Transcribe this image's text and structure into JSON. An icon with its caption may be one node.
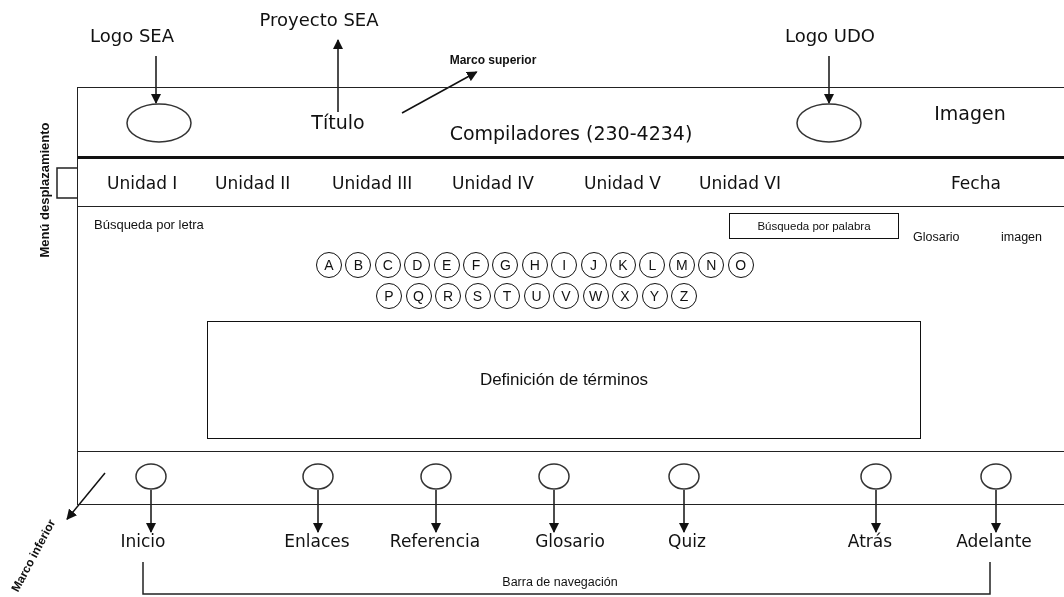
{
  "diagram": {
    "nodes": [
      {
        "text": [
          "Logo SEA"
        ]
      },
      {
        "text": [
          "Proyecto SEA"
        ]
      },
      {
        "text": [
          "Marco superior"
        ]
      },
      {
        "text": [
          "Logo UDO"
        ]
      },
      {
        "text": [],
        "shape": "box"
      },
      {
        "text": [],
        "shape": "box",
        "in": 4
      },
      {
        "text": [],
        "shape": "circle",
        "in": 5
      },
      {
        "text": [
          "Título"
        ],
        "in": 5
      },
      {
        "text": [
          "Compiladores (230-4234)"
        ],
        "in": 5
      },
      {
        "text": [],
        "shape": "circle",
        "in": 5
      },
      {
        "text": [
          "Imagen"
        ],
        "in": 5
      },
      {
        "text": [
          "Unidad I",
          "Unidad II",
          "Unidad III",
          "Unidad IV",
          "Unidad V",
          "Unidad VI",
          "Fecha"
        ],
        "in": 4
      },
      {
        "text": [
          "Búsqueda por letra",
          "Glosario",
          "imagen"
        ],
        "in": 4
      },
      {
        "text": [
          "Búsqueda por palabra"
        ],
        "in": 12
      },
      {
        "text": [
          "A"
        ],
        "in": 12
      },
      {
        "text": [
          "B"
        ],
        "in": 12
      },
      {
        "text": [
          "C"
        ],
        "in": 12
      },
      {
        "text": [
          "D"
        ],
        "in": 12
      },
      {
        "text": [
          "E"
        ],
        "in": 12
      },
      {
        "text": [
          "F"
        ],
        "in": 12
      },
      {
        "text": [
          "G"
        ],
        "in": 12
      },
      {
        "text": [
          "H"
        ],
        "in": 12
      },
      {
        "text": [
          "I"
        ],
        "in": 12
      },
      {
        "text": [
          "J"
        ],
        "in": 12
      },
      {
        "text": [
          "K"
        ],
        "in": 12
      },
      {
        "text": [
          "L"
        ],
        "in": 12
      },
      {
        "text": [
          "M"
        ],
        "in": 12
      },
      {
        "text": [
          "N"
        ],
        "in": 12
      },
      {
        "text": [
          "O"
        ],
        "in": 12
      },
      {
        "text": [
          "P"
        ],
        "in": 12
      },
      {
        "text": [
          "Q"
        ],
        "in": 12
      },
      {
        "text": [
          "R"
        ],
        "in": 12
      },
      {
        "text": [
          "S"
        ],
        "in": 12
      },
      {
        "text": [
          "T"
        ],
        "in": 12
      },
      {
        "text": [
          "U"
        ],
        "in": 12
      },
      {
        "text": [
          "V"
        ],
        "in": 12
      },
      {
        "text": [
          "W"
        ],
        "in": 12
      },
      {
        "text": [
          "X"
        ],
        "in": 12
      },
      {
        "text": [
          "Y"
        ],
        "in": 12
      },
      {
        "text": [
          "Z"
        ],
        "in": 12
      },
      {
        "text": [
          "Definición de términos"
        ],
        "in": 12
      },
      {
        "text": [],
        "shape": "box",
        "in": 4
      },
      {
        "text": [],
        "shape": "circle",
        "in": 41
      },
      {
        "text": [],
        "shape": "circle",
        "in": 41
      },
      {
        "text": [],
        "shape": "circle",
        "in": 41
      },
      {
        "text": [],
        "shape": "circle",
        "in": 41
      },
      {
        "text": [],
        "shape": "circle",
        "in": 41
      },
      {
        "text": [],
        "shape": "circle",
        "in": 41
      },
      {
        "text": [],
        "shape": "circle",
        "in": 41
      },
      {
        "text": [
          "Inicio"
        ]
      },
      {
        "text": [
          "Enlaces"
        ]
      },
      {
        "text": [
          "Referencia"
        ]
      },
      {
        "text": [
          "Glosario"
        ]
      },
      {
        "text": [
          "Quiz"
        ]
      },
      {
        "text": [
          "Atrás"
        ]
      },
      {
        "text": [
          "Adelante"
        ]
      },
      {
        "text": [
          "Marco inferior"
        ]
      }
    ],
    "edges": [
      {
        "from": 0,
        "to": 6,
        "arrow": "to"
      },
      {
        "from": 7,
        "to": 1,
        "arrow": "to"
      },
      {
        "from": null,
        "to": 2,
        "arrow": "to"
      },
      {
        "from": 3,
        "to": 9,
        "arrow": "to"
      },
      {
        "from": 42,
        "to": 49,
        "arrow": "to"
      },
      {
        "from": 43,
        "to": 50,
        "arrow": "to"
      },
      {
        "from": 44,
        "to": 51,
        "arrow": "to"
      },
      {
        "from": 45,
        "to": 52,
        "arrow": "to"
      },
      {
        "from": 46,
        "to": 53,
        "arrow": "to"
      },
      {
        "from": 47,
        "to": 54,
        "arrow": "to"
      },
      {
        "from": 48,
        "to": 55,
        "arrow": "to"
      },
      {
        "from": null,
        "to": 56,
        "arrow": "to"
      }
    ],
    "labels": [
      "Menú desplazamiento",
      "Barra de navegación"
    ]
  }
}
